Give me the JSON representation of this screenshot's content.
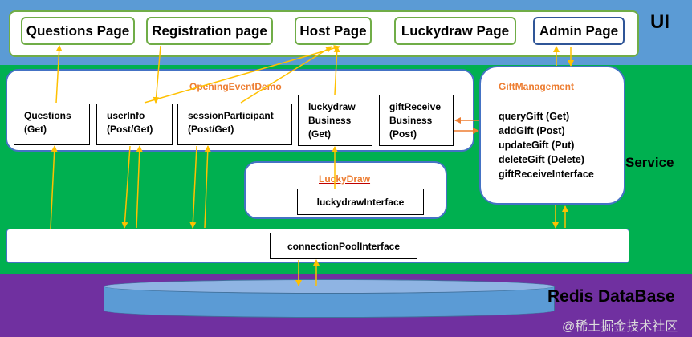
{
  "layers": {
    "ui": "UI",
    "service": "Service",
    "database": "Redis DataBase"
  },
  "ui_pages": [
    "Questions Page",
    "Registration page",
    "Host Page",
    "Luckydraw Page",
    "Admin Page"
  ],
  "opening_event": {
    "title": "OpeningEventDemo",
    "modules": [
      {
        "lines": [
          "Questions",
          "(Get)"
        ]
      },
      {
        "lines": [
          "userInfo",
          "(Post/Get)"
        ]
      },
      {
        "lines": [
          "sessionParticipant",
          "(Post/Get)"
        ]
      },
      {
        "lines": [
          "luckydraw",
          "Business",
          "(Get)"
        ]
      },
      {
        "lines": [
          "giftReceive",
          "Business",
          "(Post)"
        ]
      }
    ]
  },
  "lucky_draw": {
    "title": "LuckyDraw",
    "interface": "luckydrawInterface"
  },
  "gift_management": {
    "title": "GiftManagement",
    "apis": [
      "queryGift (Get)",
      "addGift (Post)",
      "updateGift (Put)",
      "deleteGift (Delete)",
      "giftReceiveInterface"
    ]
  },
  "connection_pool": "connectionPoolInterface",
  "watermark": "@稀土掘金技术社区",
  "colors": {
    "ui_band": "#5b9bd5",
    "service_band": "#00b050",
    "db_band": "#7030a0",
    "arrow": "#ffc000",
    "arrow_alt": "#ed7d31",
    "group_title": "#ed7d31",
    "ui_border": "#70ad47"
  }
}
